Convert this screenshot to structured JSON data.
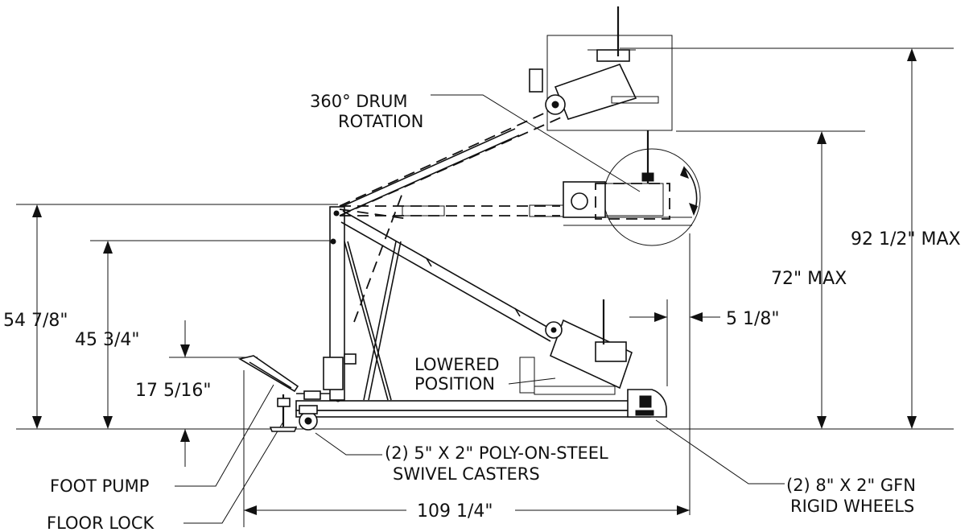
{
  "labels": {
    "drum_rotation_1": "360° DRUM",
    "drum_rotation_2": "ROTATION",
    "lowered_1": "LOWERED",
    "lowered_2": "POSITION",
    "casters_1": "(2) 5\" X 2\" POLY-ON-STEEL",
    "casters_2": "SWIVEL CASTERS",
    "wheels_1": "(2) 8\" X 2\" GFN",
    "wheels_2": "RIGID WHEELS",
    "foot_pump": "FOOT PUMP",
    "floor_lock": "FLOOR LOCK"
  },
  "dimensions": {
    "overall_height_max": "92 1/2\" MAX",
    "lift_height_max": "72\" MAX",
    "offset": "5 1/8\"",
    "mast_height": "54 7/8\"",
    "lower_height": "45 3/4\"",
    "pedal_height": "17 5/16\"",
    "overall_length": "109 1/4\""
  }
}
